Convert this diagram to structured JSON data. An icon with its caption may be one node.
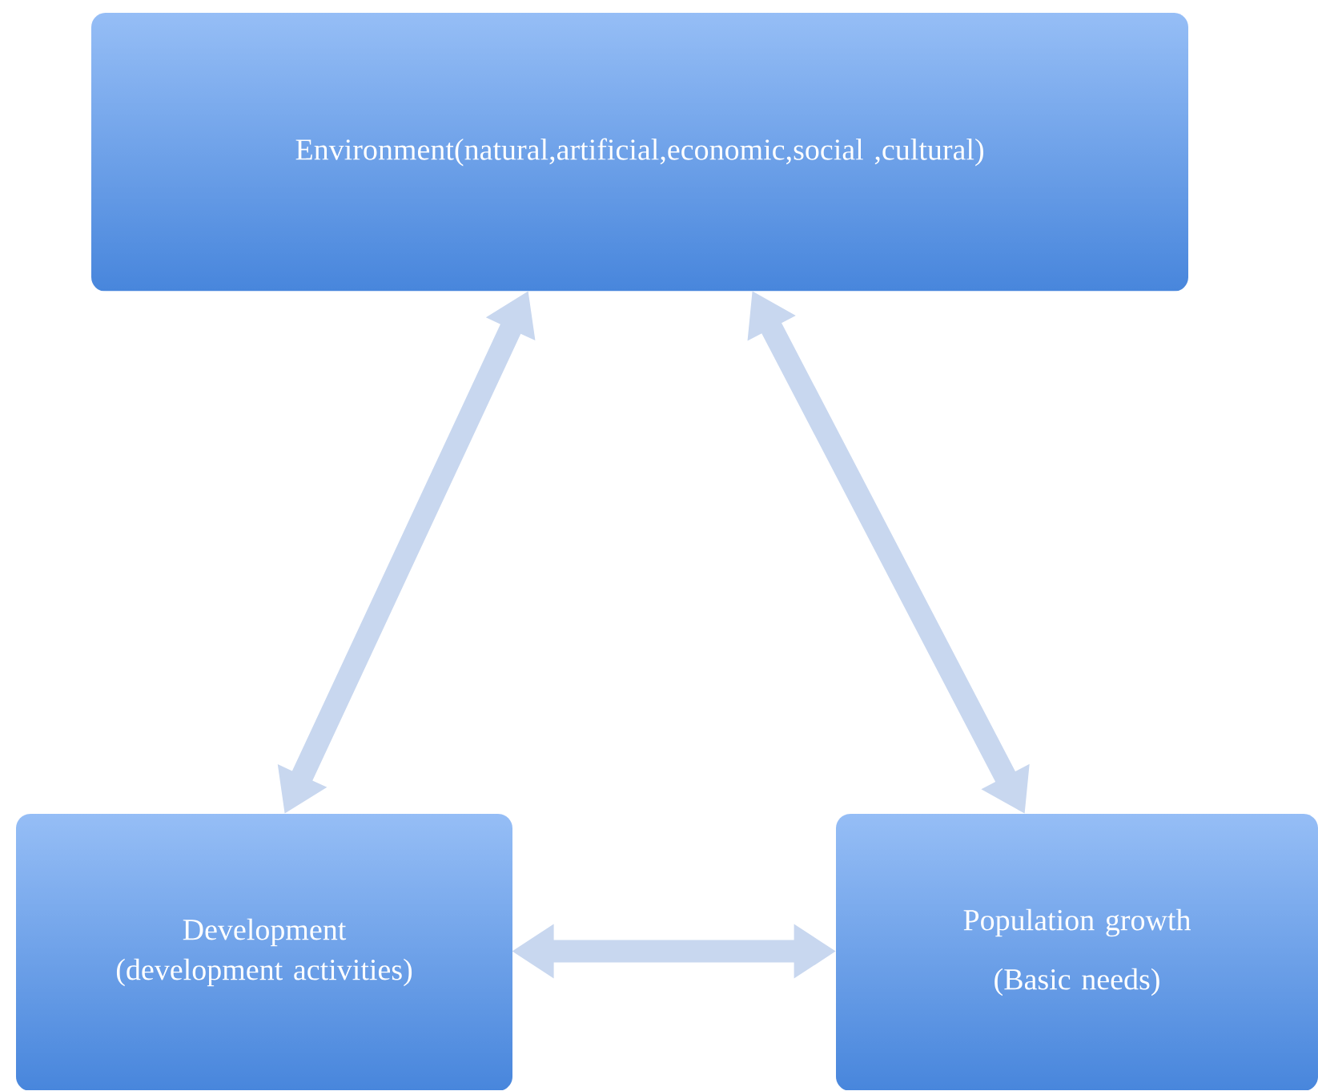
{
  "diagram": {
    "nodes": [
      {
        "text": [
          "Environment(natural,artificial,economic,social ,cultural)"
        ]
      },
      {
        "text": [
          "Development",
          "(development activities)"
        ]
      },
      {
        "text": [
          "Population growth",
          "(Basic needs)"
        ]
      }
    ],
    "edges": [
      {
        "from": 0,
        "to": 1,
        "arrow": "both"
      },
      {
        "from": 0,
        "to": 2,
        "arrow": "both"
      },
      {
        "from": 1,
        "to": 2,
        "arrow": "both"
      }
    ]
  }
}
